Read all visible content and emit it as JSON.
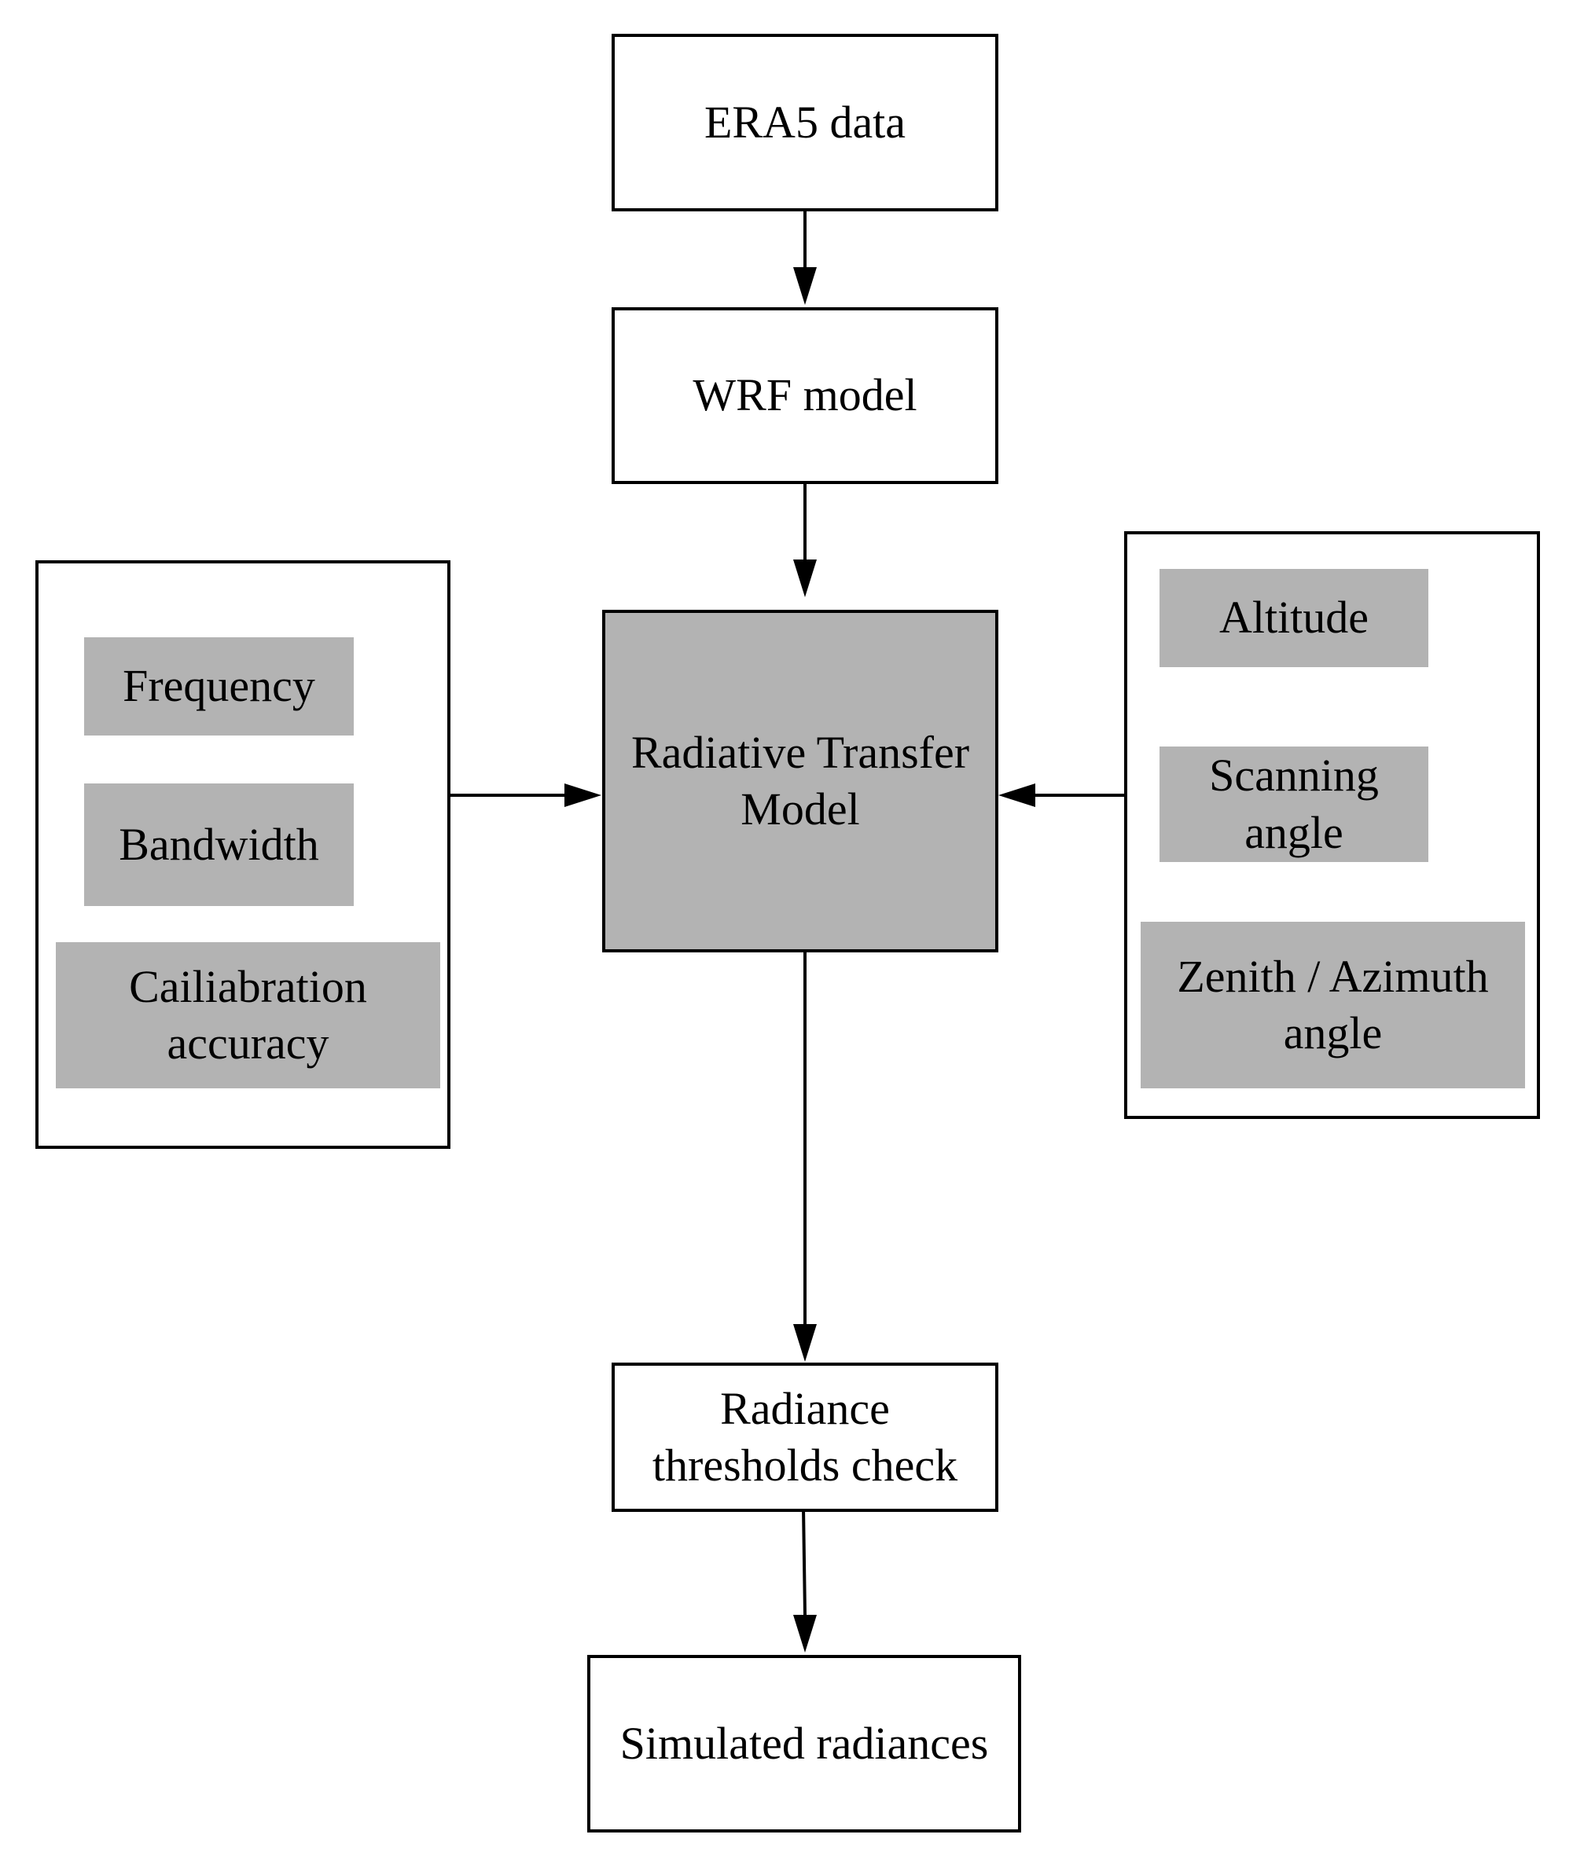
{
  "nodes": {
    "era5": "ERA5 data",
    "wrf": "WRF model",
    "rtm": "Radiative Transfer\nModel",
    "check": "Radiance\nthresholds check",
    "output": "Simulated radiances"
  },
  "left_group": {
    "items": [
      "Frequency",
      "Bandwidth",
      "Cailiabration\naccuracy"
    ]
  },
  "right_group": {
    "items": [
      "Altitude",
      "Scanning\nangle",
      "Zenith / Azimuth\nangle"
    ]
  },
  "colors": {
    "parameter_fill": "#b3b3b3",
    "model_fill": "#b3b3b3",
    "stroke": "#000000"
  }
}
